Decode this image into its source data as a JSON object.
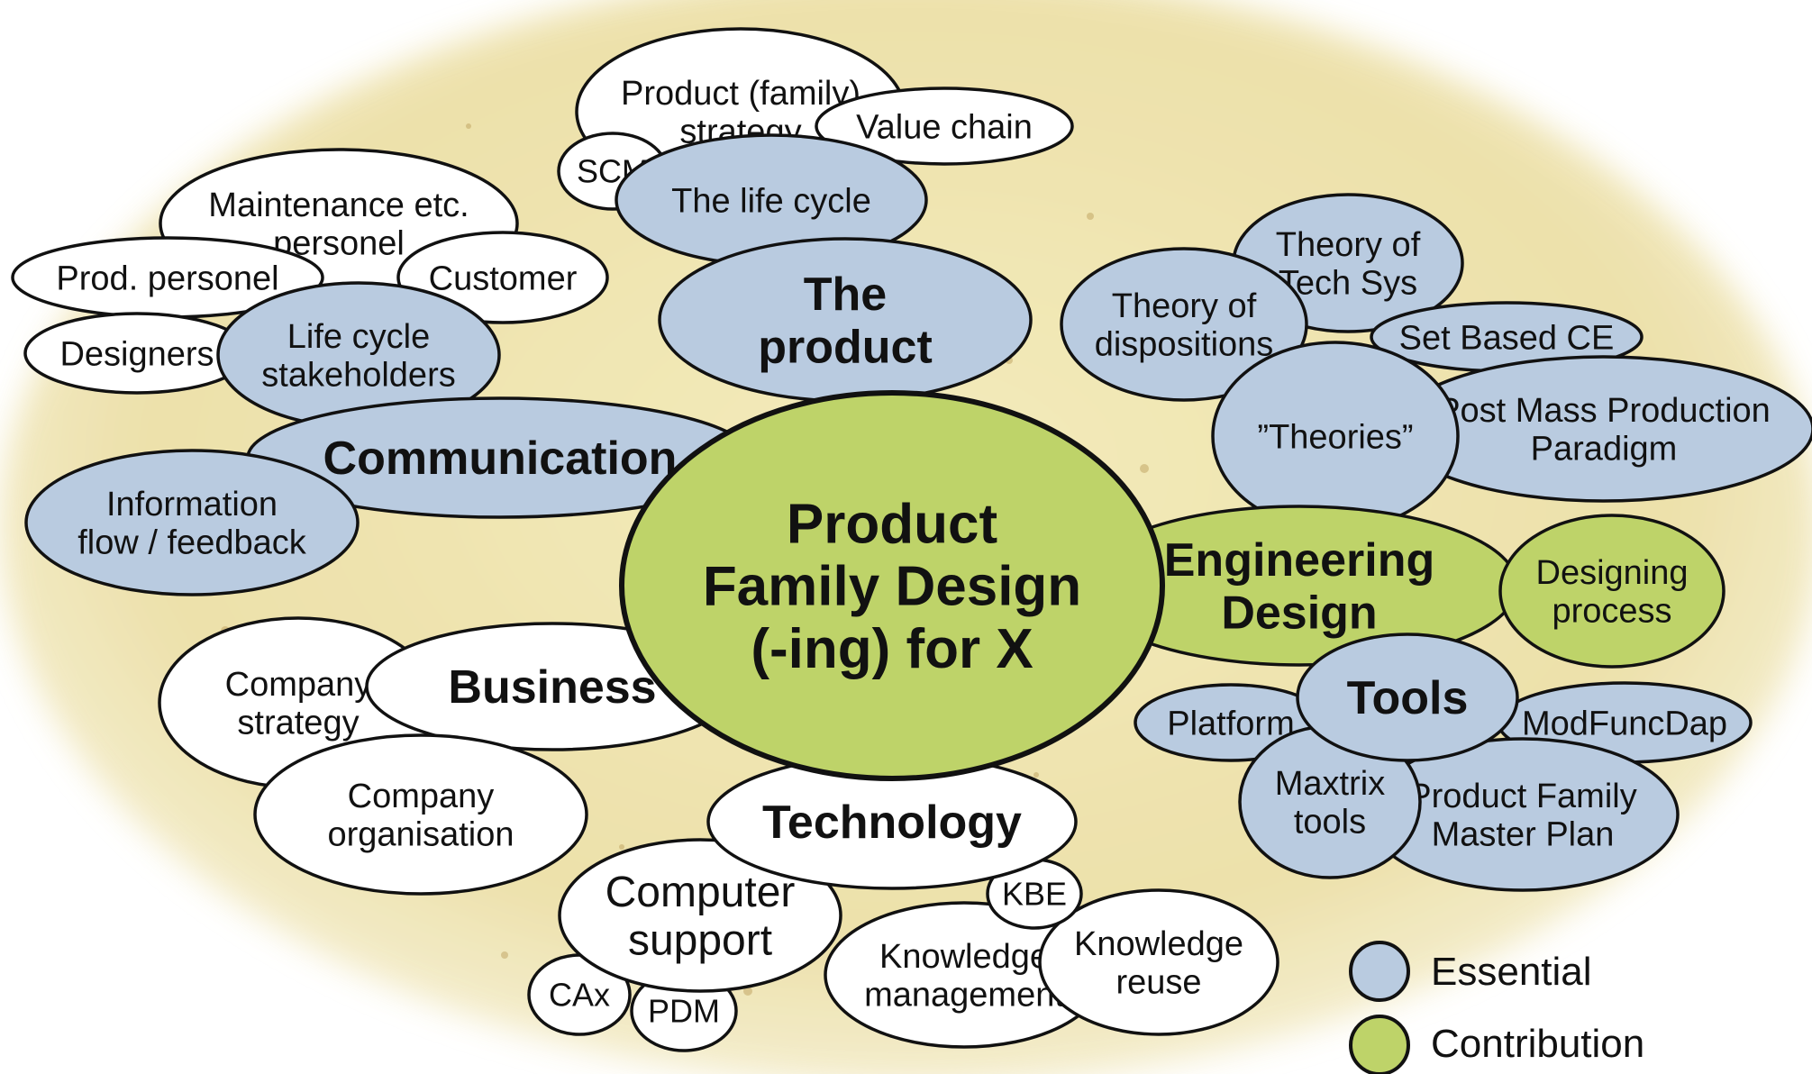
{
  "colors": {
    "essential_fill": "#b9cbe0",
    "contribution_fill": "#bed369",
    "other_fill": "#ffffff",
    "outline": "#111111",
    "background_blob": "#ecdf9f"
  },
  "center": {
    "label": [
      "Product",
      "Family Design",
      "(-ing) for X"
    ],
    "category": "contribution"
  },
  "nodes": {
    "product_family_strategy": {
      "label": [
        "Product (family)",
        "strategy"
      ],
      "category": "other"
    },
    "value_chain": {
      "label": [
        "Value chain"
      ],
      "category": "other"
    },
    "scm": {
      "label": [
        "SCM"
      ],
      "category": "other"
    },
    "the_life_cycle": {
      "label": [
        "The life cycle"
      ],
      "category": "essential"
    },
    "the_product": {
      "label": [
        "The",
        "product"
      ],
      "category": "essential"
    },
    "maintenance_personel": {
      "label": [
        "Maintenance etc.",
        "personel"
      ],
      "category": "other"
    },
    "prod_personel": {
      "label": [
        "Prod. personel"
      ],
      "category": "other"
    },
    "customer": {
      "label": [
        "Customer"
      ],
      "category": "other"
    },
    "designers": {
      "label": [
        "Designers"
      ],
      "category": "other"
    },
    "life_cycle_stakeholders": {
      "label": [
        "Life cycle",
        "stakeholders"
      ],
      "category": "essential"
    },
    "communication": {
      "label": [
        "Communication"
      ],
      "category": "essential"
    },
    "information_flow": {
      "label": [
        "Information",
        "flow / feedback"
      ],
      "category": "essential"
    },
    "theory_of_tech_sys": {
      "label": [
        "Theory of",
        "Tech Sys"
      ],
      "category": "essential"
    },
    "theory_of_dispositions": {
      "label": [
        "Theory of",
        "dispositions"
      ],
      "category": "essential"
    },
    "set_based_ce": {
      "label": [
        "Set Based CE"
      ],
      "category": "essential"
    },
    "theories": {
      "label": [
        "”Theories”"
      ],
      "category": "essential"
    },
    "post_mass_production": {
      "label": [
        "Post Mass Production",
        "Paradigm"
      ],
      "category": "essential"
    },
    "engineering_design": {
      "label": [
        "Engineering",
        "Design"
      ],
      "category": "contribution"
    },
    "designing_process": {
      "label": [
        "Designing",
        "process"
      ],
      "category": "contribution"
    },
    "tools": {
      "label": [
        "Tools"
      ],
      "category": "essential"
    },
    "platform": {
      "label": [
        "Platform"
      ],
      "category": "essential"
    },
    "modfuncdap": {
      "label": [
        "ModFuncDap"
      ],
      "category": "essential"
    },
    "maxtrix_tools": {
      "label": [
        "Maxtrix",
        "tools"
      ],
      "category": "essential"
    },
    "product_family_master_plan": {
      "label": [
        "Product Family",
        "Master Plan"
      ],
      "category": "essential"
    },
    "company_strategy": {
      "label": [
        "Company",
        "strategy"
      ],
      "category": "other"
    },
    "business": {
      "label": [
        "Business"
      ],
      "category": "other"
    },
    "company_organisation": {
      "label": [
        "Company",
        "organisation"
      ],
      "category": "other"
    },
    "technology": {
      "label": [
        "Technology"
      ],
      "category": "other"
    },
    "computer_support": {
      "label": [
        "Computer",
        "support"
      ],
      "category": "other"
    },
    "kbe": {
      "label": [
        "KBE"
      ],
      "category": "other"
    },
    "knowledge_management": {
      "label": [
        "Knowledge",
        "management"
      ],
      "category": "other"
    },
    "knowledge_reuse": {
      "label": [
        "Knowledge",
        "reuse"
      ],
      "category": "other"
    },
    "cax": {
      "label": [
        "CAx"
      ],
      "category": "other"
    },
    "pdm": {
      "label": [
        "PDM"
      ],
      "category": "other"
    }
  },
  "legend": {
    "essential": "Essential",
    "contribution": "Contribution"
  }
}
